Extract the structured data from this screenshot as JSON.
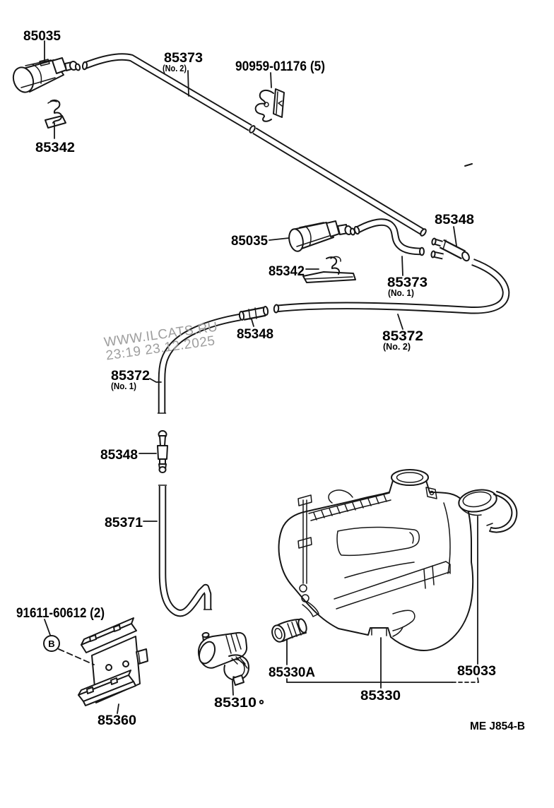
{
  "watermark": {
    "line1": "WWW.ILCATS.RU",
    "line2": "23:19 23.12.2025"
  },
  "figure_code": "ME J854-B",
  "callouts": {
    "b": "B"
  },
  "parts": [
    {
      "key": "washer_nozzle_top",
      "number": "85035"
    },
    {
      "key": "hose_no2_front",
      "number": "85373",
      "note": "(No. 2)"
    },
    {
      "key": "hose_clamp",
      "number": "90959-01176 (5)"
    },
    {
      "key": "nozzle_clip_top",
      "number": "85342"
    },
    {
      "key": "washer_nozzle_mid",
      "number": "85035"
    },
    {
      "key": "nozzle_clip_mid",
      "number": "85342"
    },
    {
      "key": "hose_no1_front",
      "number": "85373",
      "note": "(No. 1)"
    },
    {
      "key": "joint_three_way",
      "number": "85348"
    },
    {
      "key": "joint_inline",
      "number": "85348"
    },
    {
      "key": "hose_no2_rear",
      "number": "85372",
      "note": "(No. 2)"
    },
    {
      "key": "hose_no1_rear",
      "number": "85372",
      "note": "(No. 1)"
    },
    {
      "key": "joint_vertical",
      "number": "85348"
    },
    {
      "key": "hose_pump",
      "number": "85371"
    },
    {
      "key": "screw",
      "number": "91611-60612 (2)"
    },
    {
      "key": "jar_bracket",
      "number": "85360"
    },
    {
      "key": "washer_motor_pump",
      "number": "85310"
    },
    {
      "key": "grommet",
      "number": "85330A"
    },
    {
      "key": "washer_jar",
      "number": "85330"
    },
    {
      "key": "jar_cap",
      "number": "85033"
    }
  ]
}
